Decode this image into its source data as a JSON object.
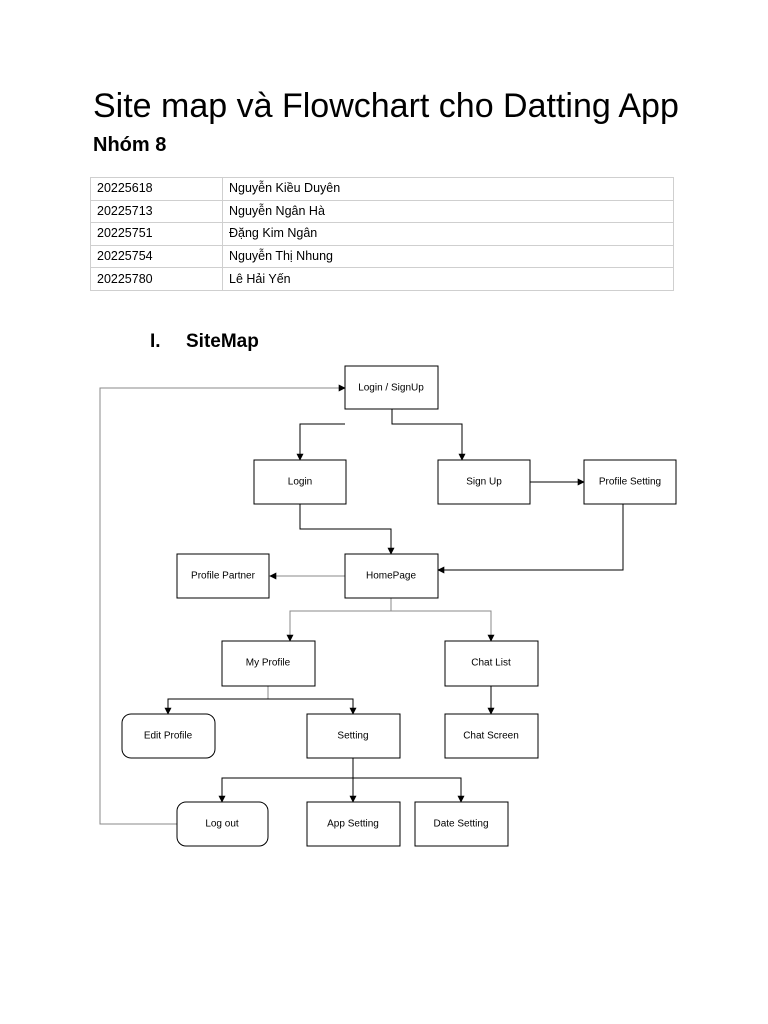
{
  "document": {
    "title": "Site map và Flowchart cho Datting App",
    "group": "Nhóm 8"
  },
  "members": [
    {
      "id": "20225618",
      "name": "Nguyễn Kiều Duyên"
    },
    {
      "id": "20225713",
      "name": "Nguyễn Ngân Hà"
    },
    {
      "id": "20225751",
      "name": "Đặng Kim Ngân"
    },
    {
      "id": "20225754",
      "name": "Nguyễn Thị Nhung"
    },
    {
      "id": "20225780",
      "name": "Lê Hải Yến"
    }
  ],
  "section": {
    "number": "I.",
    "title": "SiteMap"
  },
  "sitemap": {
    "nodes": {
      "login_signup": "Login / SignUp",
      "login": "Login",
      "sign_up": "Sign Up",
      "profile_setting": "Profile Setting",
      "profile_partner": "Profile Partner",
      "homepage": "HomePage",
      "my_profile": "My Profile",
      "chat_list": "Chat List",
      "edit_profile": "Edit Profile",
      "setting": "Setting",
      "chat_screen": "Chat Screen",
      "log_out": "Log out",
      "app_setting": "App Setting",
      "date_setting": "Date Setting"
    }
  }
}
